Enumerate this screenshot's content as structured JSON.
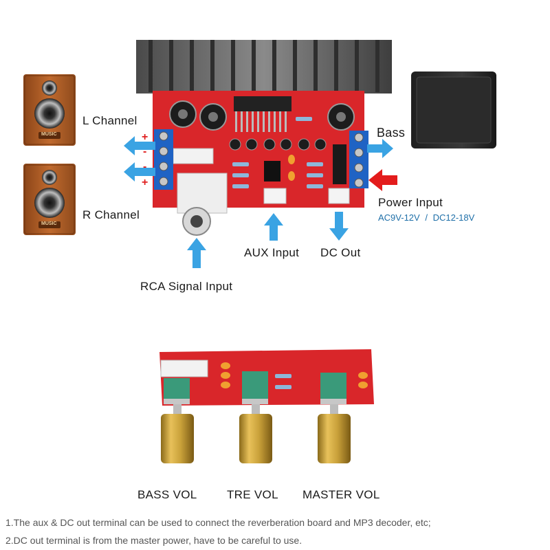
{
  "labels": {
    "l_channel": "L  Channel",
    "r_channel": "R  Channel",
    "bass": "Bass",
    "power_input": "Power Input",
    "power_spec_ac": "AC9V-12V",
    "power_spec_sep": "/",
    "power_spec_dc": "DC12-18V",
    "aux_input": "AUX Input",
    "dc_out": "DC Out",
    "rca_signal_input": "RCA Signal Input",
    "bass_vol": "BASS VOL",
    "tre_vol": "TRE VOL",
    "master_vol": "MASTER VOL"
  },
  "speaker_badge": "MUSIC",
  "polarity": [
    "+",
    "-",
    "-",
    "+"
  ],
  "notes": [
    "1.The aux & DC out terminal can be used to connect the reverberation board and MP3 decoder, etc;",
    "2.DC out terminal is from the master power, have to be careful to use."
  ],
  "colors": {
    "pcb_red": "#d9262a",
    "terminal_blue": "#1f63c4",
    "arrow_blue": "#3aa3e3",
    "power_arrow_red": "#e31c1c",
    "knob_gold": "#c9a13a",
    "speaker_wood": "#b5622a",
    "heatsink_gray": "#6b6b6b"
  }
}
